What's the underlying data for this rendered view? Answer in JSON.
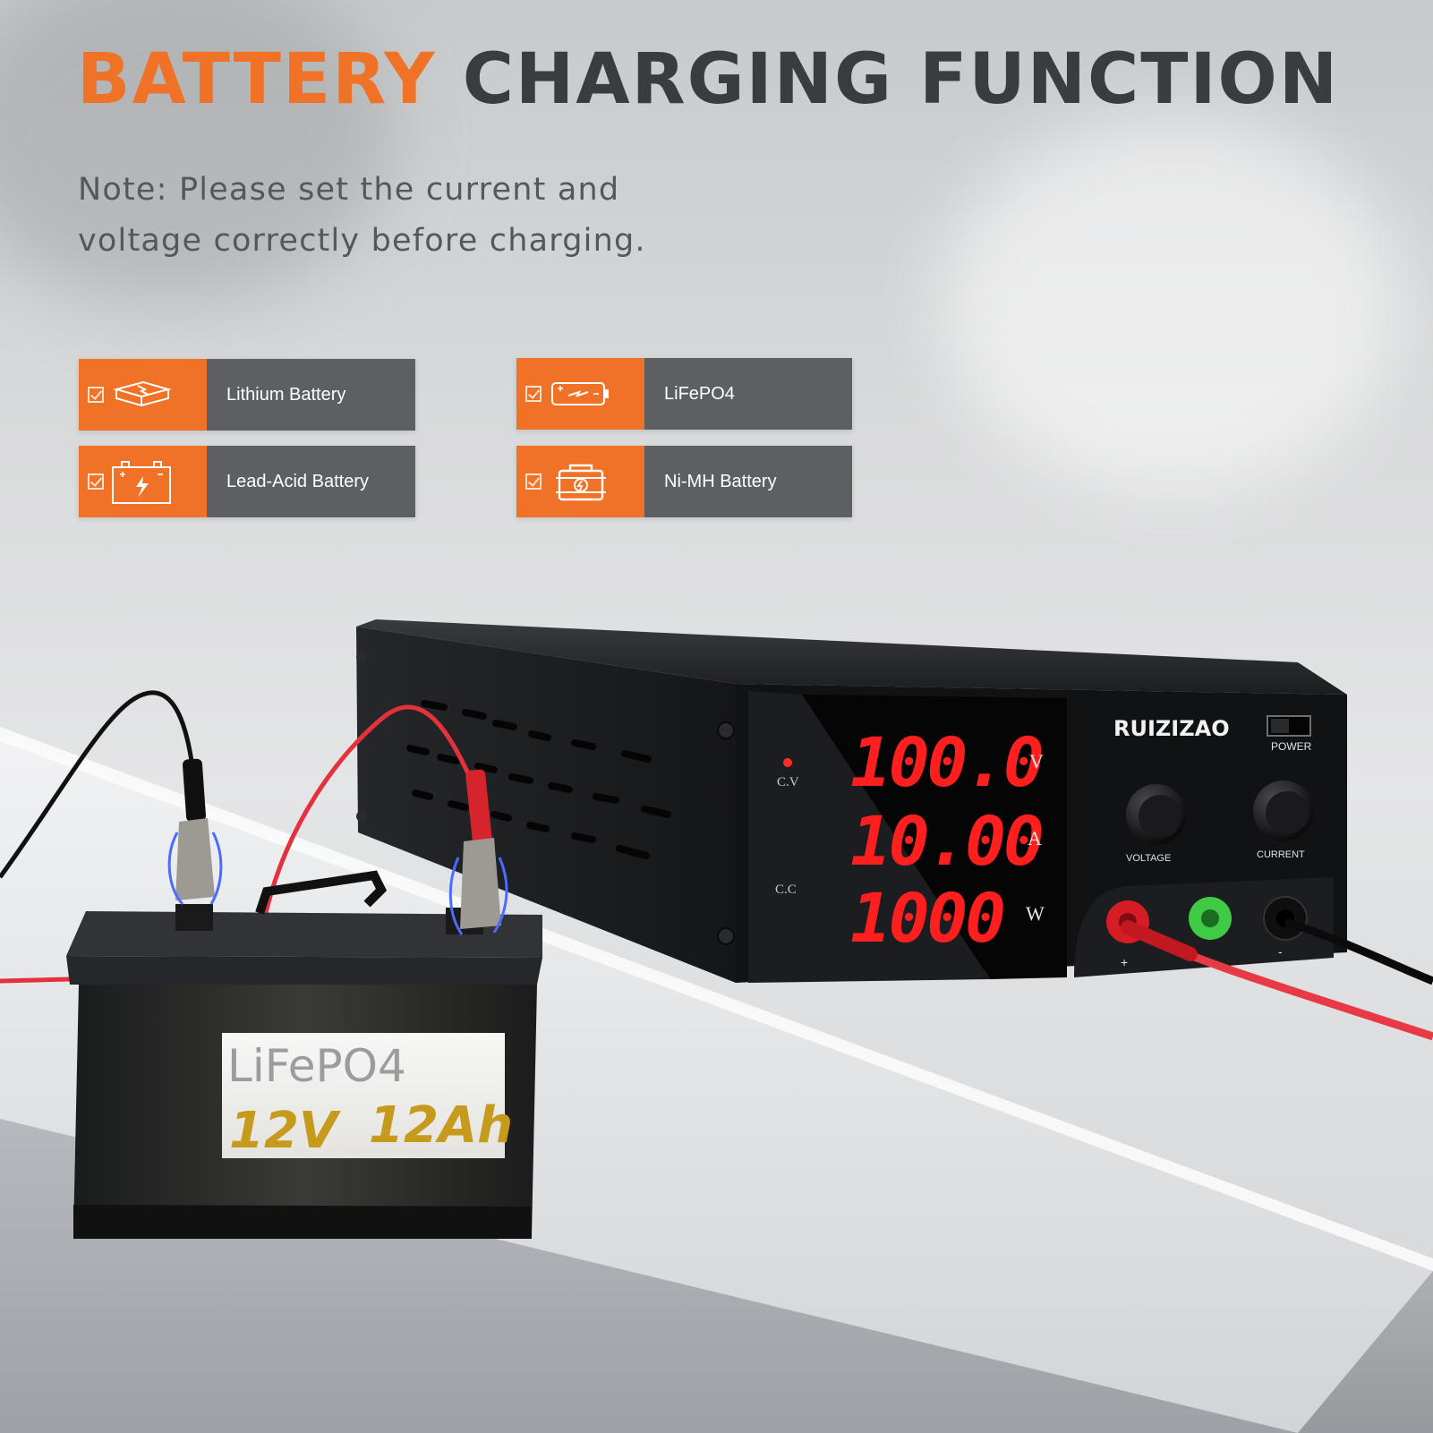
{
  "headline": {
    "accent": "BATTERY",
    "rest": "CHARGING FUNCTION"
  },
  "note": "Note: Please set the current and voltage correctly before charging.",
  "battery_types": [
    {
      "label": "Lithium Battery",
      "icon": "lithium-battery-icon",
      "checked": true
    },
    {
      "label": "LiFePO4",
      "icon": "lifepo4-battery-icon",
      "checked": true
    },
    {
      "label": "Lead-Acid Battery",
      "icon": "lead-acid-battery-icon",
      "checked": true
    },
    {
      "label": "Ni-MH Battery",
      "icon": "nimh-battery-icon",
      "checked": true
    }
  ],
  "power_supply": {
    "brand": "RUIZIZAO",
    "cv_label": "C.V",
    "cc_label": "C.C",
    "readings": [
      {
        "value": "100.0",
        "unit": "V"
      },
      {
        "value": "10.00",
        "unit": "A"
      },
      {
        "value": "1000",
        "unit": "W"
      }
    ],
    "power_label": "POWER",
    "voltage_knob_label": "VOLTAGE",
    "current_knob_label": "CURRENT",
    "plus_label": "+",
    "minus_label": "-"
  },
  "battery_label": {
    "chemistry": "LiFePO4",
    "voltage": "12V",
    "capacity": "12Ah"
  },
  "colors": {
    "accent": "#f07226",
    "badge_label_bg": "#5d5f62",
    "headline_dark": "#3b3c3e",
    "display_red": "#ff1f1f",
    "terminal_green": "#3fcb45",
    "battery_label_gold": "#c59a1d"
  }
}
